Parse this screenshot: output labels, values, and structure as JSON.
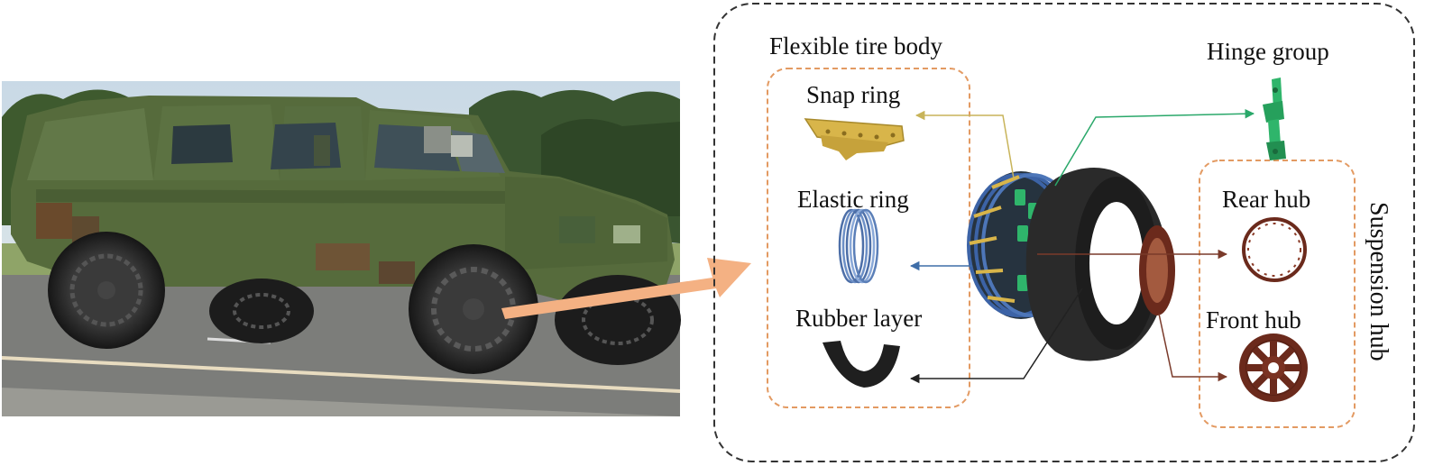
{
  "labels": {
    "flexible_tire_body": "Flexible tire body",
    "snap_ring": "Snap ring",
    "elastic_ring": "Elastic ring",
    "rubber_layer": "Rubber layer",
    "hinge_group": "Hinge group",
    "rear_hub": "Rear hub",
    "front_hub": "Front  hub",
    "suspension_hub": "Suspension hub"
  },
  "colors": {
    "vehicle_body": "#566b3c",
    "tire": "#1f1f1f",
    "callout_arrow": "#f4b183",
    "snap_ring": "#d8b54a",
    "elastic_ring": "#5b7fb8",
    "hinge": "#2fb56b",
    "hub": "#6b2a1c",
    "group_border": "#e39a62",
    "outer_border": "#333333"
  }
}
